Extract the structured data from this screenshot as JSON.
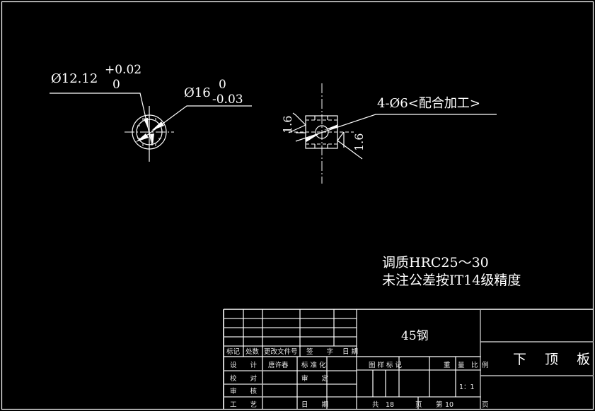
{
  "drawing": {
    "background": "#000000",
    "line_color": "#ffffff",
    "view1": {
      "dim_inner": {
        "prefix": "Ø12.12",
        "upper_tol": "+0.02",
        "lower_tol": "0"
      },
      "dim_outer": {
        "prefix": "Ø16",
        "upper_tol": "0",
        "lower_tol": "-0.03"
      }
    },
    "view2": {
      "hole_callout": "4-Ø6<配合加工>",
      "roughness_left": "1.6",
      "roughness_right": "1.6"
    },
    "notes": [
      "调质HRC25～30",
      "未注公差按IT14级精度"
    ]
  },
  "title_block": {
    "material": "45钢",
    "part_name": "下 顶 板",
    "revision_header": {
      "mark": "标记",
      "count": "处数",
      "change_doc": "更改文件号",
      "sign": "签　　字",
      "date": "日 期"
    },
    "rows": {
      "design_label": "设　　计",
      "designer": "唐许春",
      "standardize_label": "标 准 化",
      "check_label": "校　　对",
      "approve_label": "审　　定",
      "review_label": "审　　核",
      "process_label": "工　　艺",
      "date_label": "日　　期"
    },
    "stage_mark_label": "图 样 标 记",
    "weight_label": "重",
    "scale_label": "量　比",
    "scale_tail": "例",
    "scale_value": "1：1",
    "sheets_total_prefix": "共",
    "sheets_total": "18",
    "sheets_total_suffix": "页",
    "sheet_no_prefix": "第",
    "sheet_no": "10",
    "sheet_no_suffix": "页"
  }
}
